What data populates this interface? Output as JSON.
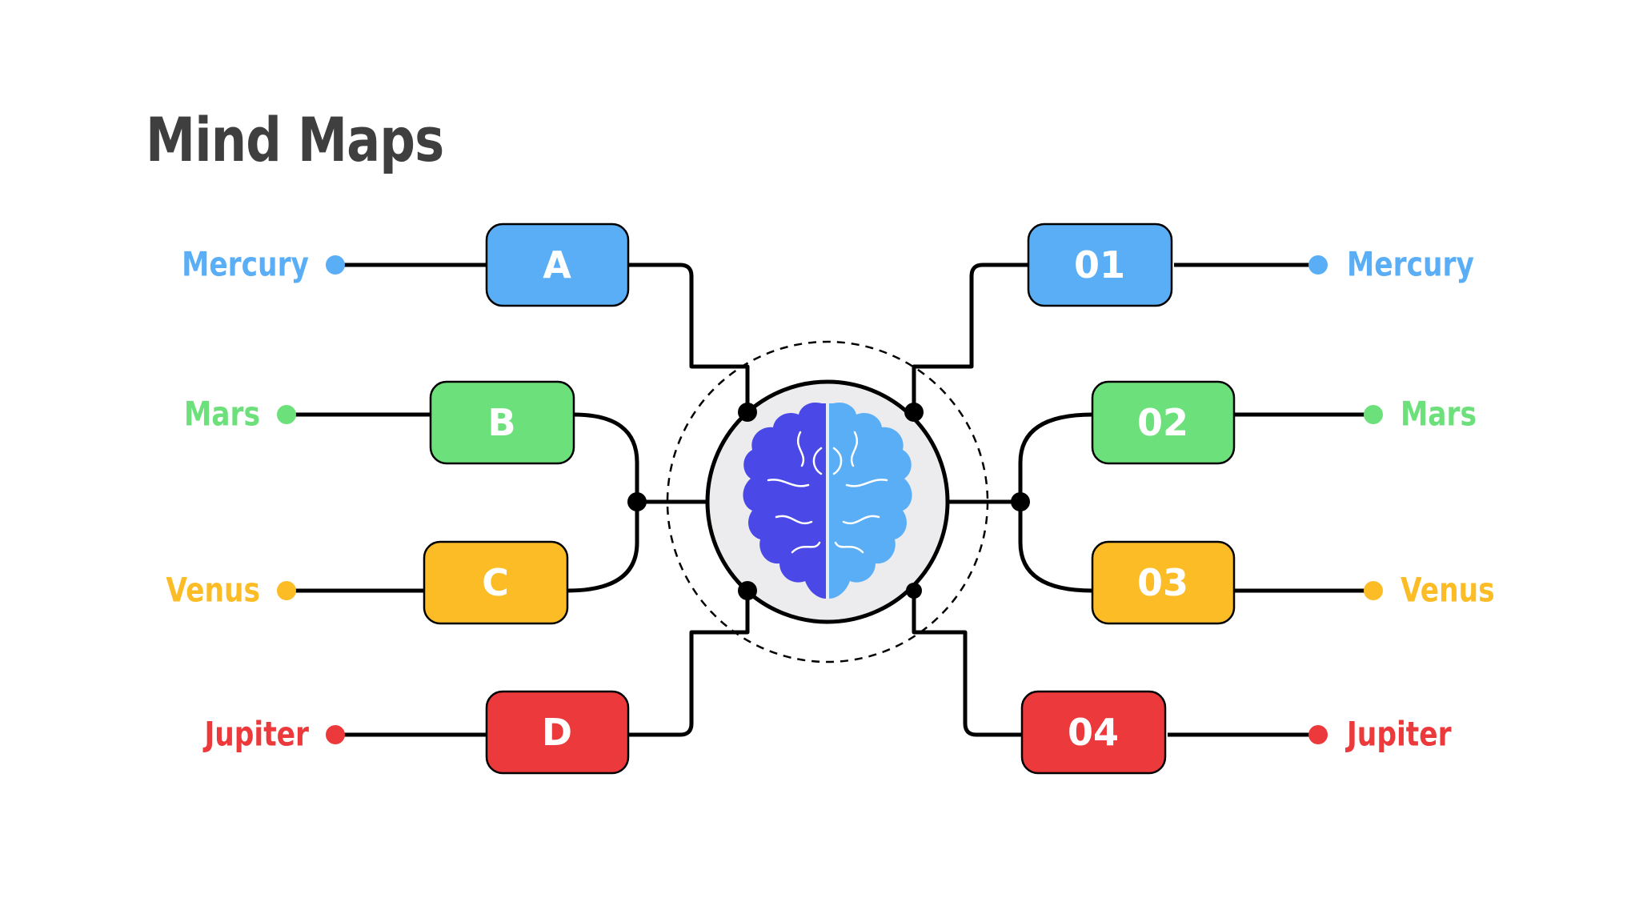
{
  "title": "Mind Maps",
  "colors": {
    "blue": "#5aaef6",
    "green": "#6ce07a",
    "yellow": "#fbbc26",
    "red": "#ec393b",
    "brain_left": "#4a48e6",
    "brain_right": "#5aaef6",
    "hub_fill": "#ececef",
    "line": "#000000"
  },
  "left_branches": [
    {
      "label": "A",
      "planet": "Mercury",
      "color": "blue"
    },
    {
      "label": "B",
      "planet": "Mars",
      "color": "green"
    },
    {
      "label": "C",
      "planet": "Venus",
      "color": "yellow"
    },
    {
      "label": "D",
      "planet": "Jupiter",
      "color": "red"
    }
  ],
  "right_branches": [
    {
      "label": "01",
      "planet": "Mercury",
      "color": "blue"
    },
    {
      "label": "02",
      "planet": "Mars",
      "color": "green"
    },
    {
      "label": "03",
      "planet": "Venus",
      "color": "yellow"
    },
    {
      "label": "04",
      "planet": "Jupiter",
      "color": "red"
    }
  ],
  "hub_icon": "brain-icon"
}
